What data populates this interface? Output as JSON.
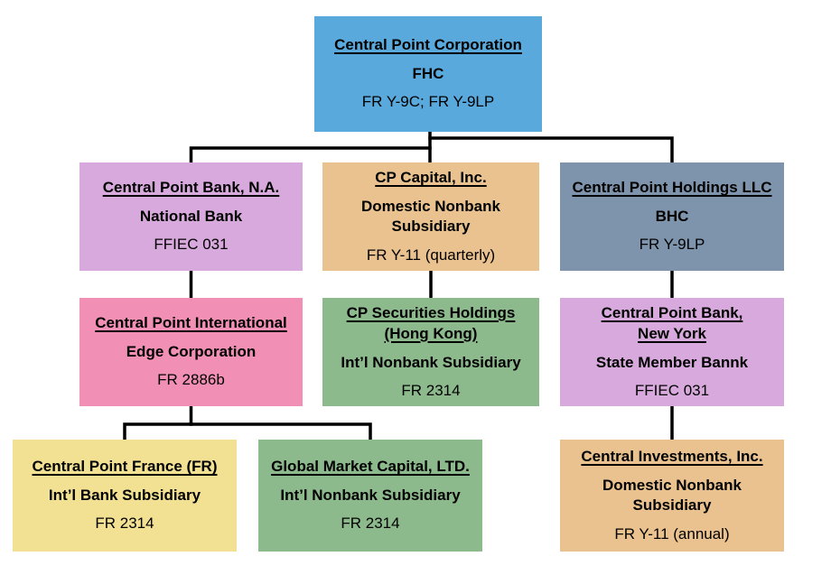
{
  "page": {
    "background_color": "#FFFFFF",
    "connector_color": "#000000"
  },
  "nodes": [
    {
      "id": "central-point-corporation",
      "title": "Central Point Corporation",
      "subtitle": "FHC",
      "form": "FR Y-9C; FR Y-9LP",
      "color": "#5AA9DC"
    },
    {
      "id": "central-point-bank-na",
      "title": "Central Point Bank, N.A.",
      "subtitle": "National Bank",
      "form": "FFIEC 031",
      "color": "#D7A9DC"
    },
    {
      "id": "cp-capital",
      "title": "CP Capital, Inc.",
      "subtitle": "Domestic Nonbank\nSubsidiary",
      "form": "FR Y-11 (quarterly)",
      "color": "#EAC28F"
    },
    {
      "id": "central-point-holdings-llc",
      "title": "Central Point Holdings LLC",
      "subtitle": "BHC",
      "form": "FR Y-9LP",
      "color": "#7E93AC"
    },
    {
      "id": "central-point-international",
      "title": "Central Point International",
      "subtitle": "Edge Corporation",
      "form": "FR 2886b",
      "color": "#F18FB5"
    },
    {
      "id": "cp-securities-holdings",
      "title": "CP Securities Holdings\n(Hong Kong)",
      "subtitle": "Int’l Nonbank Subsidiary",
      "form": "FR 2314",
      "color": "#8CBA8C"
    },
    {
      "id": "central-point-bank-new-york",
      "title": "Central Point Bank,\nNew York",
      "subtitle": "State Member Bannk",
      "form": "FFIEC 031",
      "color": "#D7A9DC"
    },
    {
      "id": "central-point-france",
      "title": "Central Point France (FR)",
      "subtitle": "Int’l Bank Subsidiary",
      "form": "FR 2314",
      "color": "#F3E193"
    },
    {
      "id": "global-market-capital",
      "title": "Global Market Capital, LTD.",
      "subtitle": "Int’l Nonbank Subsidiary",
      "form": "FR 2314",
      "color": "#8CBA8C"
    },
    {
      "id": "central-investments",
      "title": "Central Investments, Inc.",
      "subtitle": "Domestic Nonbank\nSubsidiary",
      "form": "FR Y-11 (annual)",
      "color": "#EAC28F"
    }
  ],
  "edges": [
    [
      "central-point-corporation",
      "central-point-bank-na"
    ],
    [
      "central-point-corporation",
      "cp-capital"
    ],
    [
      "central-point-corporation",
      "central-point-holdings-llc"
    ],
    [
      "central-point-bank-na",
      "central-point-international"
    ],
    [
      "cp-capital",
      "cp-securities-holdings"
    ],
    [
      "central-point-holdings-llc",
      "central-point-bank-new-york"
    ],
    [
      "central-point-international",
      "central-point-france"
    ],
    [
      "central-point-international",
      "global-market-capital"
    ],
    [
      "central-point-bank-new-york",
      "central-investments"
    ]
  ]
}
